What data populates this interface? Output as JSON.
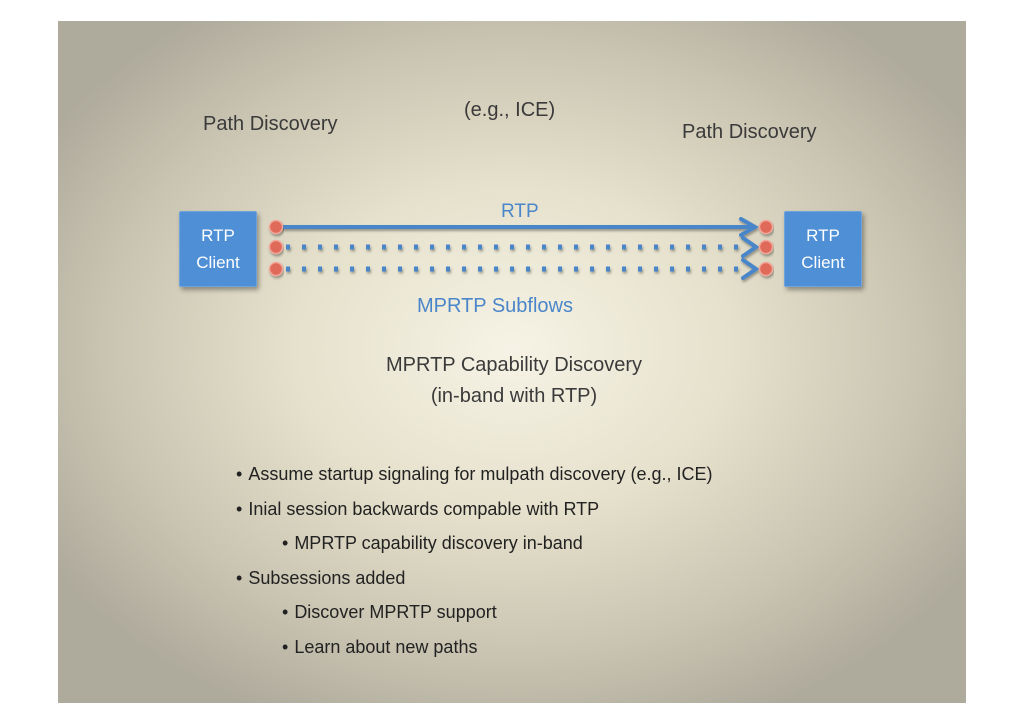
{
  "diagram": {
    "path_discovery_left": "Path Discovery",
    "path_discovery_right": "Path Discovery",
    "ice_note": "(e.g., ICE)",
    "client_left": {
      "line1": "RTP",
      "line2": "Client"
    },
    "client_right": {
      "line1": "RTP",
      "line2": "Client"
    },
    "rtp_label": "RTP",
    "subflows_label": "MPRTP Subflows",
    "capability_line1": "MPRTP Capability Discovery",
    "capability_line2": "(in-band with RTP)",
    "colors": {
      "arrow": "#4a86c9",
      "endpoint": "#e06b5a",
      "client": "#4f8fd6"
    }
  },
  "bullets": [
    {
      "level": 1,
      "text": "Assume startup signaling for mulpath discovery (e.g., ICE)"
    },
    {
      "level": 1,
      "text": "Inial session backwards compable with RTP"
    },
    {
      "level": 2,
      "text": "MPRTP capability discovery in-band"
    },
    {
      "level": 1,
      "text": "Subsessions added"
    },
    {
      "level": 2,
      "text": "Discover MPRTP support"
    },
    {
      "level": 2,
      "text": "Learn about new paths"
    }
  ]
}
